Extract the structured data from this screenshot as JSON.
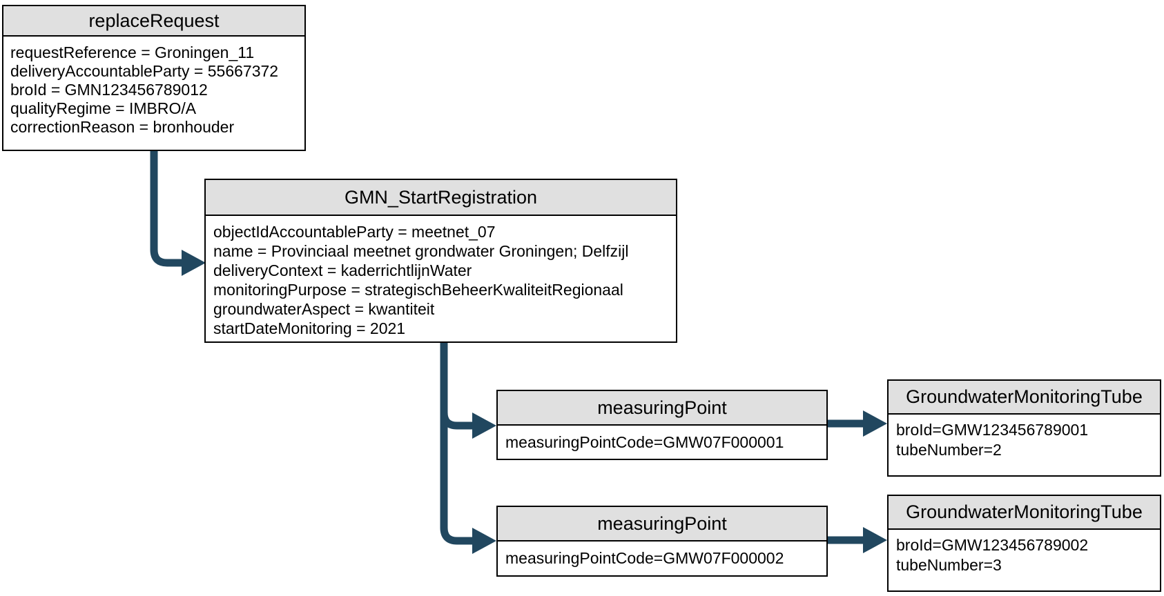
{
  "diagram": {
    "colors": {
      "arrow": "#21475f",
      "header_fill": "#e0e0e0",
      "body_fill": "#ffffff",
      "border": "#000000",
      "text": "#000000",
      "background": "#ffffff"
    },
    "nodes": {
      "replace_request": {
        "title": "replaceRequest",
        "lines": [
          "requestReference = Groningen_11",
          "deliveryAccountableParty = 55667372",
          "broId = GMN123456789012",
          "qualityRegime = IMBRO/A",
          "correctionReason = bronhouder"
        ]
      },
      "gmn_start_registration": {
        "title": "GMN_StartRegistration",
        "lines": [
          "objectIdAccountableParty = meetnet_07",
          "name = Provinciaal meetnet grondwater Groningen; Delfzijl",
          "deliveryContext = kaderrichtlijnWater",
          "monitoringPurpose = strategischBeheerKwaliteitRegionaal",
          "groundwaterAspect = kwantiteit",
          "startDateMonitoring = 2021"
        ]
      },
      "measuring_point_1": {
        "title": "measuringPoint",
        "lines": [
          "measuringPointCode=GMW07F000001"
        ]
      },
      "measuring_point_2": {
        "title": "measuringPoint",
        "lines": [
          "measuringPointCode=GMW07F000002"
        ]
      },
      "tube_1": {
        "title": "GroundwaterMonitoringTube",
        "lines": [
          "broId=GMW123456789001",
          "tubeNumber=2"
        ]
      },
      "tube_2": {
        "title": "GroundwaterMonitoringTube",
        "lines": [
          "broId=GMW123456789002",
          "tubeNumber=3"
        ]
      }
    }
  }
}
